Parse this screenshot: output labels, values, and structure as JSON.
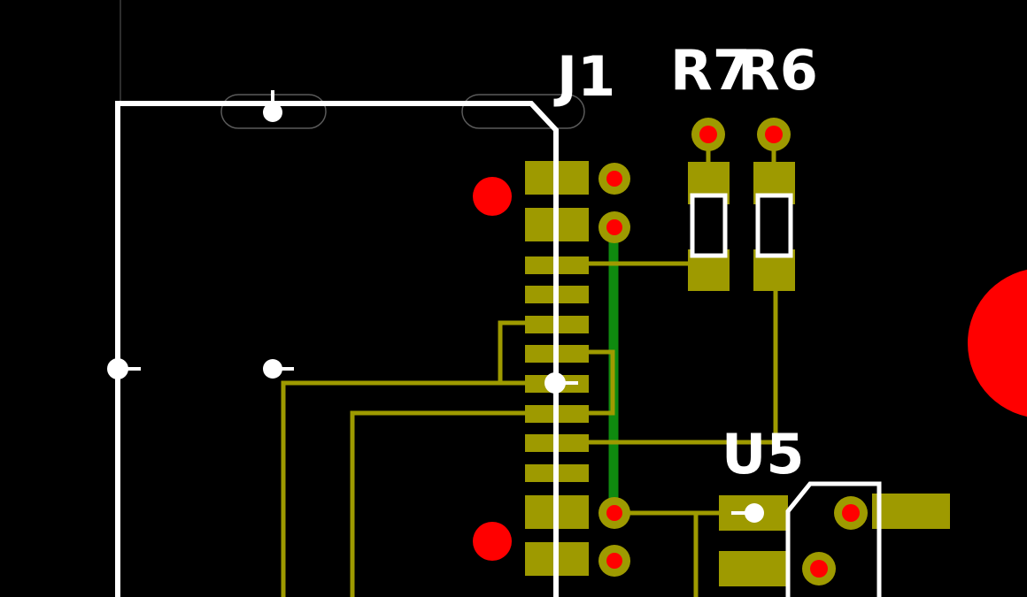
{
  "board": {
    "background": "#000000",
    "colors": {
      "copper_top": "#9e9a00",
      "copper_bottom": "#0f8a0f",
      "drill": "#ff0000",
      "silkscreen": "#ffffff",
      "outline": "#6b6b6b"
    }
  },
  "labels": {
    "j1": "J1",
    "r7": "R7",
    "r6": "R6",
    "u5": "U5"
  },
  "components": [
    {
      "ref": "J1",
      "type": "connector"
    },
    {
      "ref": "R7",
      "type": "smd-resistor"
    },
    {
      "ref": "R6",
      "type": "smd-resistor"
    },
    {
      "ref": "U5",
      "type": "ic"
    }
  ]
}
